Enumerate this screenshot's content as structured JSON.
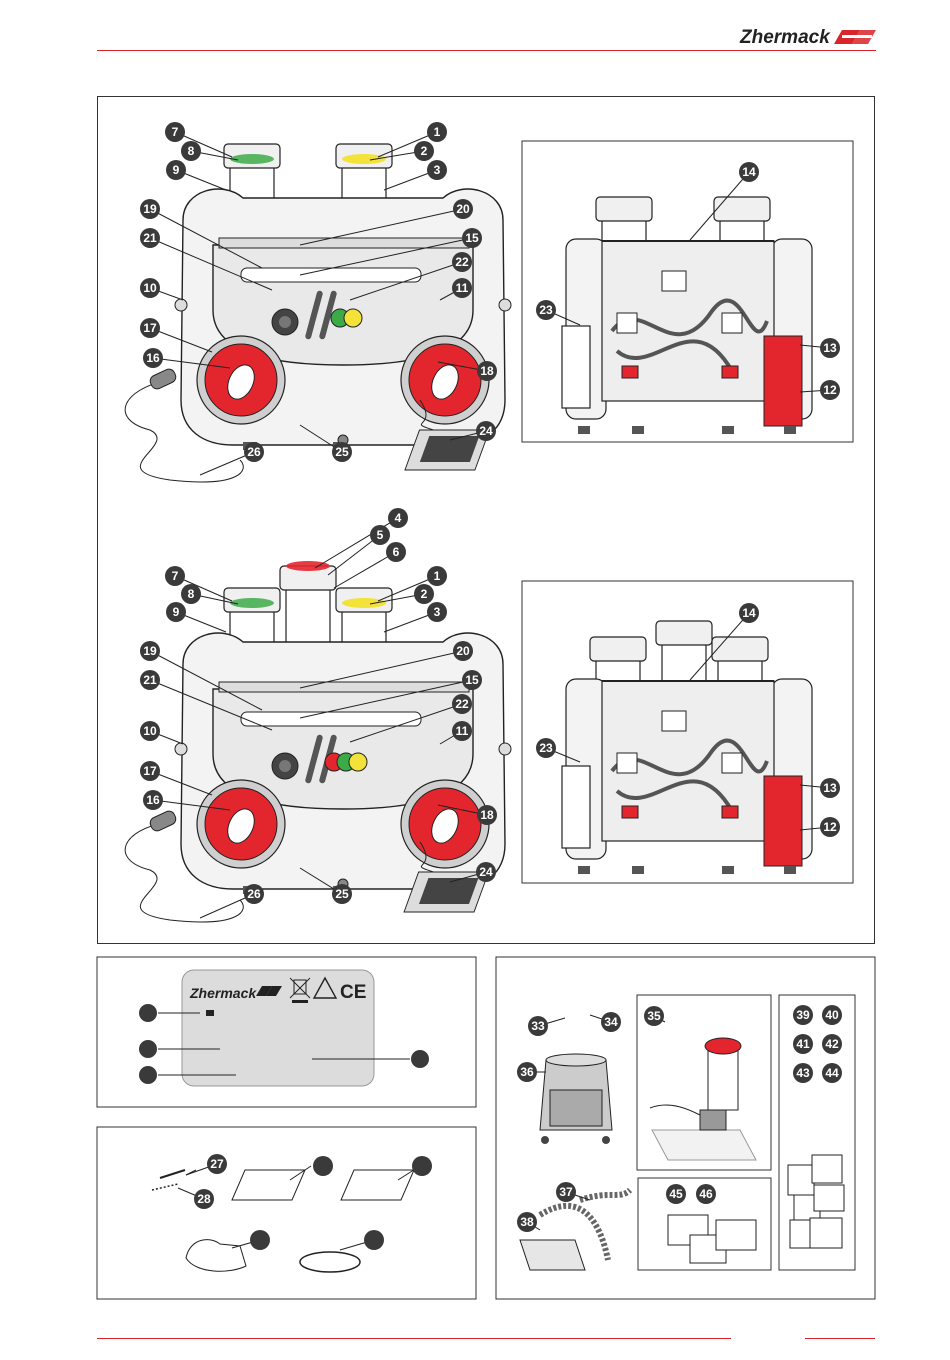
{
  "header": {
    "brand": "Zhermack",
    "accent_color": "#d7252b"
  },
  "label_plate": {
    "brand": "Zhermack",
    "ce_mark": "CE"
  },
  "callouts": {
    "top_machine": [
      "7",
      "8",
      "9",
      "1",
      "2",
      "3",
      "19",
      "20",
      "21",
      "15",
      "22",
      "10",
      "11",
      "17",
      "16",
      "18",
      "26",
      "25",
      "24"
    ],
    "top_rear": [
      "14",
      "23",
      "13",
      "12"
    ],
    "bottom_machine": [
      "4",
      "5",
      "6",
      "7",
      "8",
      "9",
      "1",
      "2",
      "3",
      "19",
      "20",
      "21",
      "15",
      "22",
      "10",
      "11",
      "17",
      "16",
      "18",
      "26",
      "25",
      "24"
    ],
    "bottom_rear": [
      "14",
      "23",
      "13",
      "12"
    ],
    "accessories_left": [
      "27",
      "28"
    ],
    "accessories_right": [
      "33",
      "34",
      "35",
      "36",
      "37",
      "38",
      "39",
      "40",
      "41",
      "42",
      "43",
      "44",
      "45",
      "46"
    ]
  },
  "colors": {
    "red": "#e3262d",
    "green": "#3daa48",
    "yellow": "#f2e23a",
    "grey": "#bcbcbc"
  }
}
